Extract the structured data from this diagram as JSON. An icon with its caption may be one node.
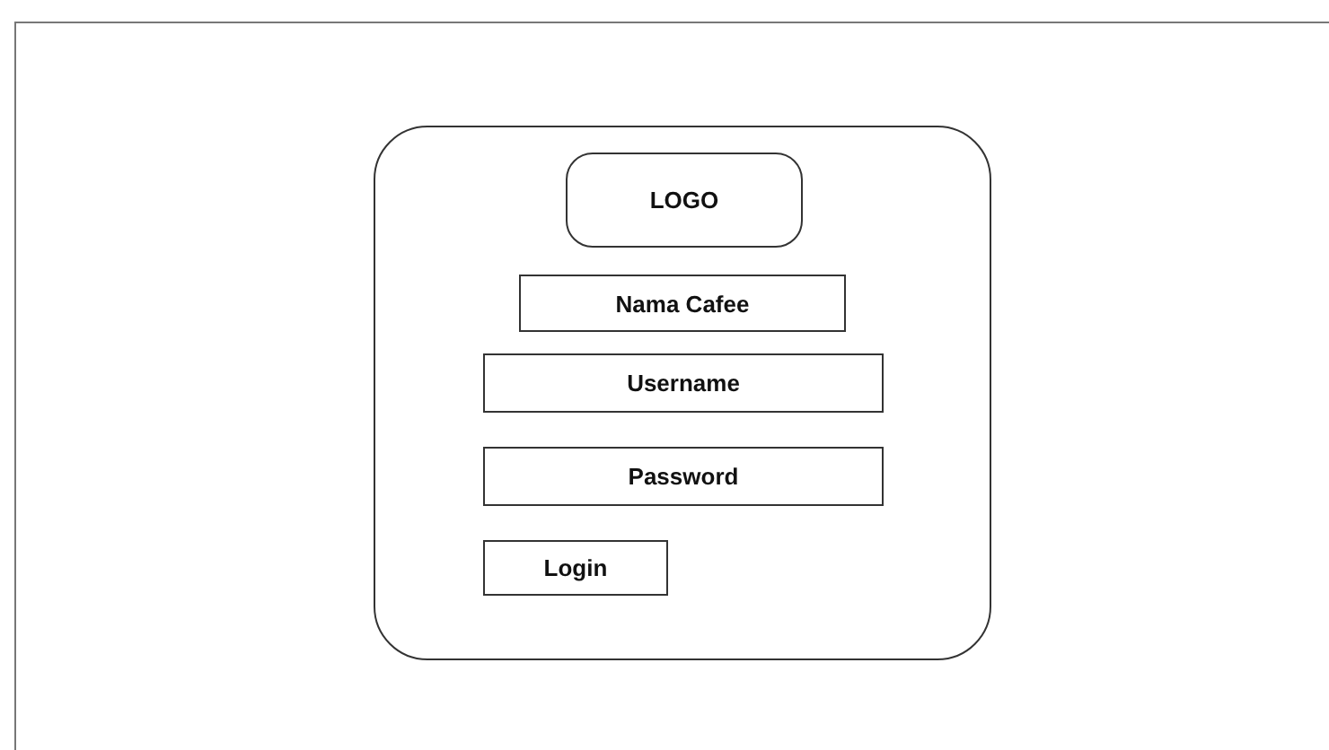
{
  "diagram": {
    "nodes": [
      {
        "text": [],
        "shape": "box"
      },
      {
        "text": [
          "LOGO"
        ],
        "in": 0
      },
      {
        "text": [
          "Nama Cafee"
        ],
        "in": 0
      },
      {
        "text": [
          "Username"
        ],
        "in": 0
      },
      {
        "text": [
          "Password"
        ],
        "in": 0
      },
      {
        "text": [
          "Login"
        ],
        "in": 0
      }
    ]
  }
}
